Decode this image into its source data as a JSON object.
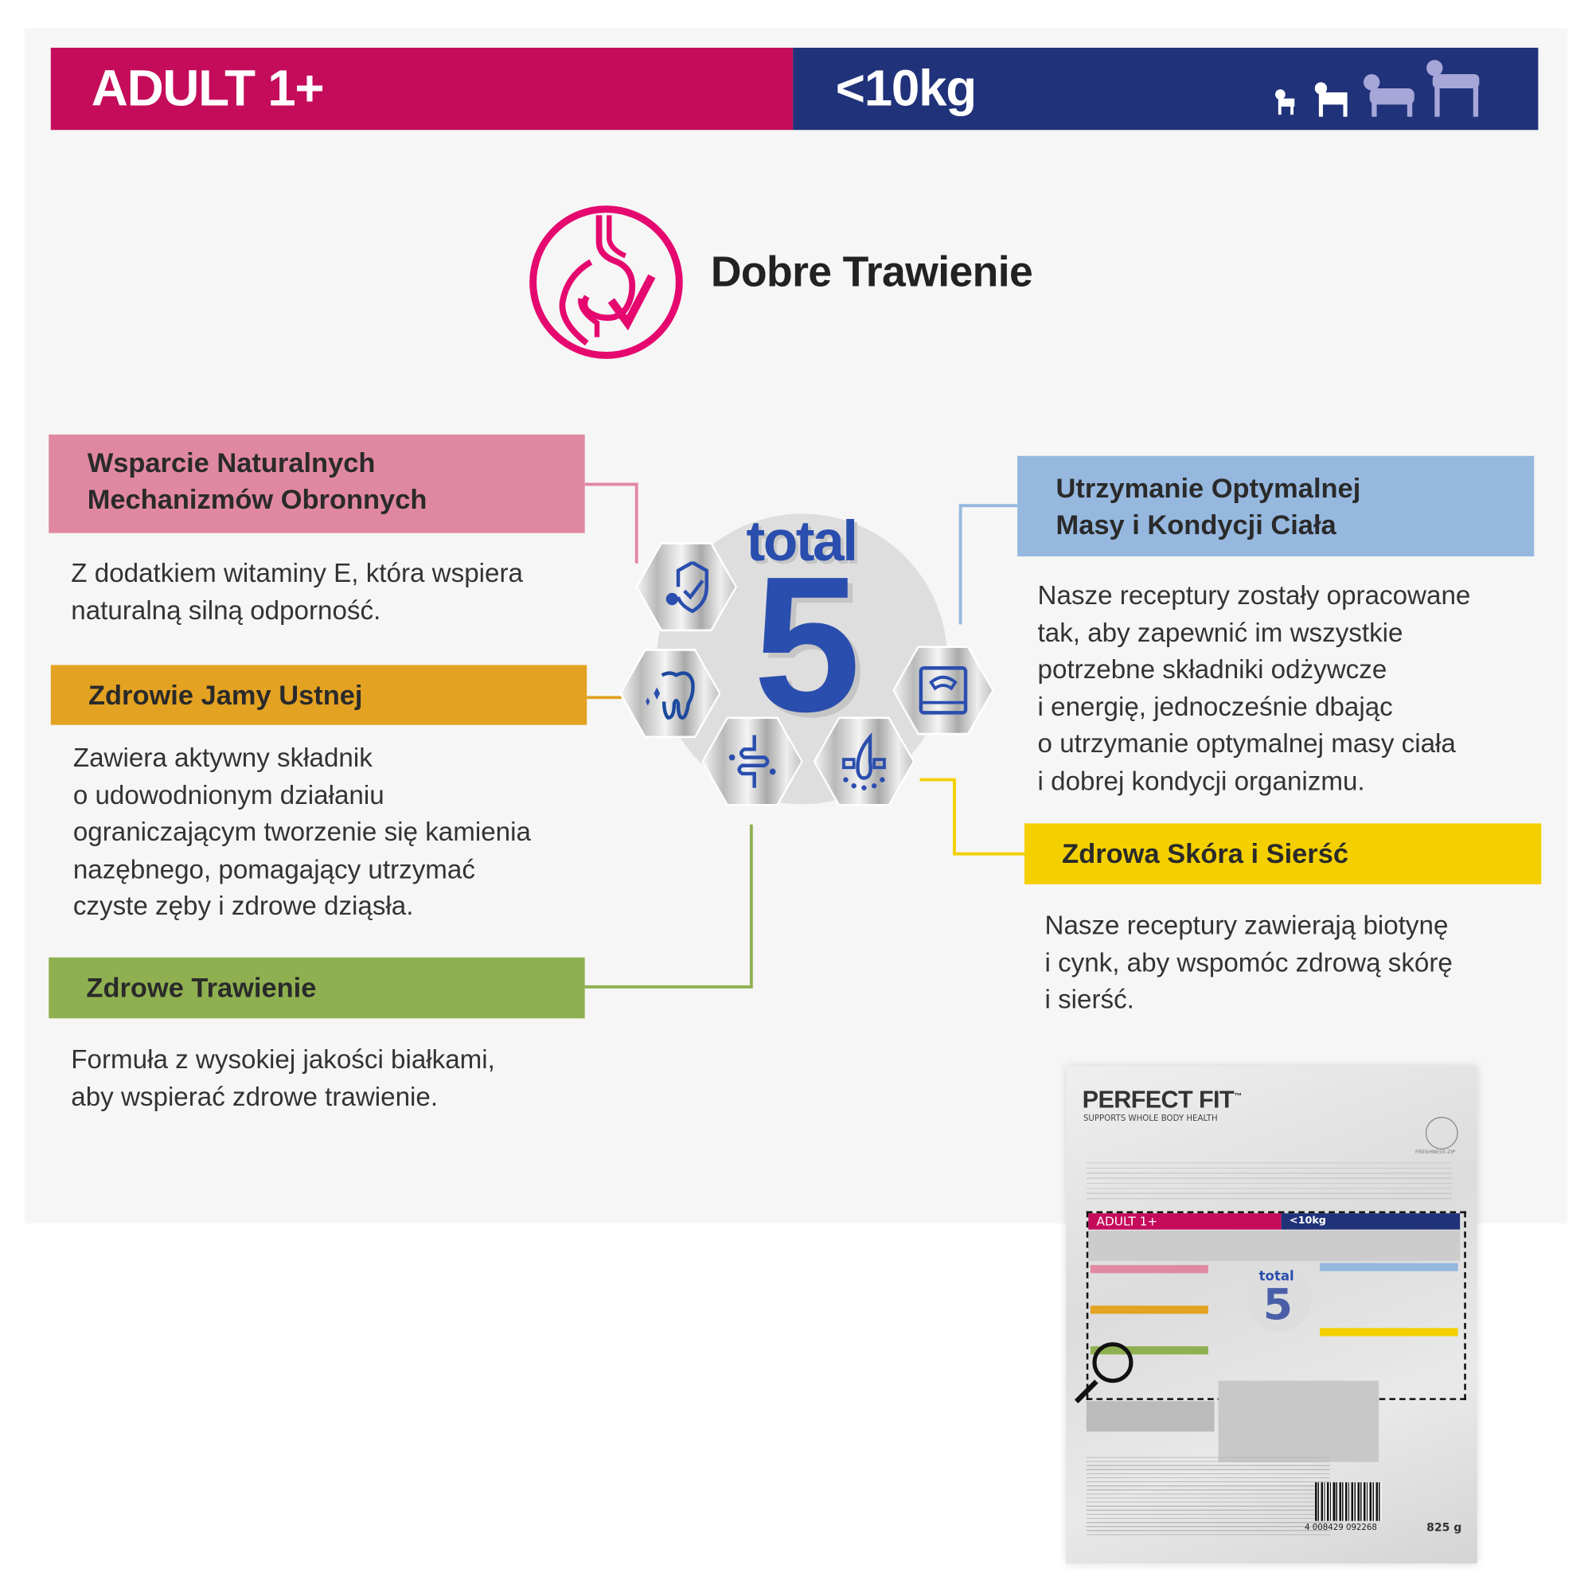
{
  "header": {
    "age_label": "ADULT 1+",
    "weight_label": "<10kg",
    "dog_icons": "dog-size-icons"
  },
  "benefit": {
    "title": "Dobre Trawienie",
    "icon": "stomach-check-icon"
  },
  "colors": {
    "magenta": "#c40c5a",
    "navy": "#20327a",
    "pink": "#e088a2",
    "orange": "#e3a222",
    "green": "#8fb050",
    "blue": "#96b8df",
    "yellow": "#f5d000",
    "brand_blue": "#2a4eae"
  },
  "center": {
    "total": "total",
    "number": "5"
  },
  "features": [
    {
      "title_lines": [
        "Wsparcie Naturalnych",
        "Mechanizmów Obronnych"
      ],
      "desc_lines": [
        "Z dodatkiem witaminy E, która wspiera",
        "naturalną silną odporność."
      ],
      "icon": "shield-check-icon"
    },
    {
      "title_lines": [
        "Zdrowie Jamy Ustnej"
      ],
      "desc_lines": [
        "Zawiera aktywny składnik",
        "o udowodnionym działaniu",
        "ograniczającym tworzenie się kamienia",
        "nazębnego, pomagający utrzymać",
        "czyste zęby i zdrowe dziąsła."
      ],
      "icon": "tooth-icon"
    },
    {
      "title_lines": [
        "Zdrowe Trawienie"
      ],
      "desc_lines": [
        "Formuła z wysokiej jakości białkami,",
        "aby wspierać zdrowe trawienie."
      ],
      "icon": "intestine-icon"
    },
    {
      "title_lines": [
        "Utrzymanie Optymalnej",
        "Masy i Kondycji Ciała"
      ],
      "desc_lines": [
        "Nasze receptury zostały opracowane",
        "tak, aby zapewnić im wszystkie",
        "potrzebne składniki odżywcze",
        "i energię, jednocześnie dbając",
        "o utrzymanie optymalnej masy ciała",
        "i dobrej kondycji organizmu."
      ],
      "icon": "scale-icon"
    },
    {
      "title_lines": [
        "Zdrowa Skóra i Sierść"
      ],
      "desc_lines": [
        "Nasze receptury zawierają biotynę",
        "i cynk, aby wspomóc zdrową skórę",
        "i sierść."
      ],
      "icon": "hair-follicle-icon"
    }
  ],
  "bag": {
    "brand": "PERFECT FIT",
    "tm": "™",
    "tagline": "SUPPORTS WHOLE BODY HEALTH",
    "zip": "FRESHNESS ZIP",
    "age": "ADULT 1+",
    "weight": "<10kg",
    "total": "total",
    "number": "5",
    "net_weight": "825 g",
    "barcode": "4  008429  092268"
  }
}
